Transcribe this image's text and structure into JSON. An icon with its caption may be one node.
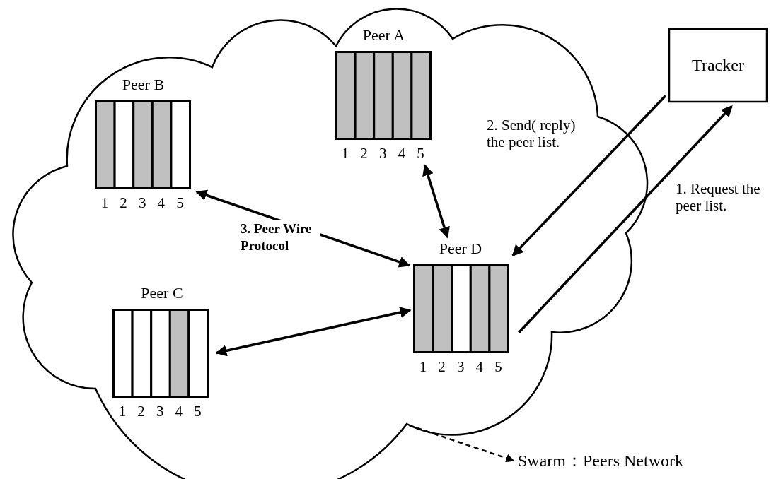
{
  "diagram": {
    "nodes": [
      {
        "text": [],
        "shape": "cloud"
      },
      {
        "text": [
          "Peer A"
        ],
        "beside": [
          "1",
          "2",
          "3",
          "4",
          "5"
        ],
        "in": 0
      },
      {
        "text": [
          "Peer B"
        ],
        "beside": [
          "1",
          "2",
          "3",
          "4",
          "5"
        ],
        "in": 0
      },
      {
        "text": [
          "Peer C"
        ],
        "beside": [
          "1",
          "2",
          "3",
          "4",
          "5"
        ],
        "in": 0
      },
      {
        "text": [
          "Peer D"
        ],
        "beside": [
          "1",
          "2",
          "3",
          "4",
          "5"
        ],
        "in": 0
      },
      {
        "text": [
          "Tracker"
        ]
      },
      {
        "text": [
          "Swarm：Peers Network"
        ]
      }
    ],
    "edges": [
      {
        "from": 2,
        "to": 4,
        "arrow": "both",
        "label": "3. Peer Wire Protocol"
      },
      {
        "from": 1,
        "to": 4,
        "arrow": "both"
      },
      {
        "from": 3,
        "to": 4,
        "arrow": "both"
      },
      {
        "from": 5,
        "to": 4,
        "arrow": "to",
        "label": "2. Send( reply) the peer list."
      },
      {
        "from": 4,
        "to": 5,
        "arrow": "to",
        "label": "1. Request the peer list."
      },
      {
        "from": 0,
        "to": 6,
        "arrow": "to",
        "style": "dashed"
      }
    ]
  }
}
